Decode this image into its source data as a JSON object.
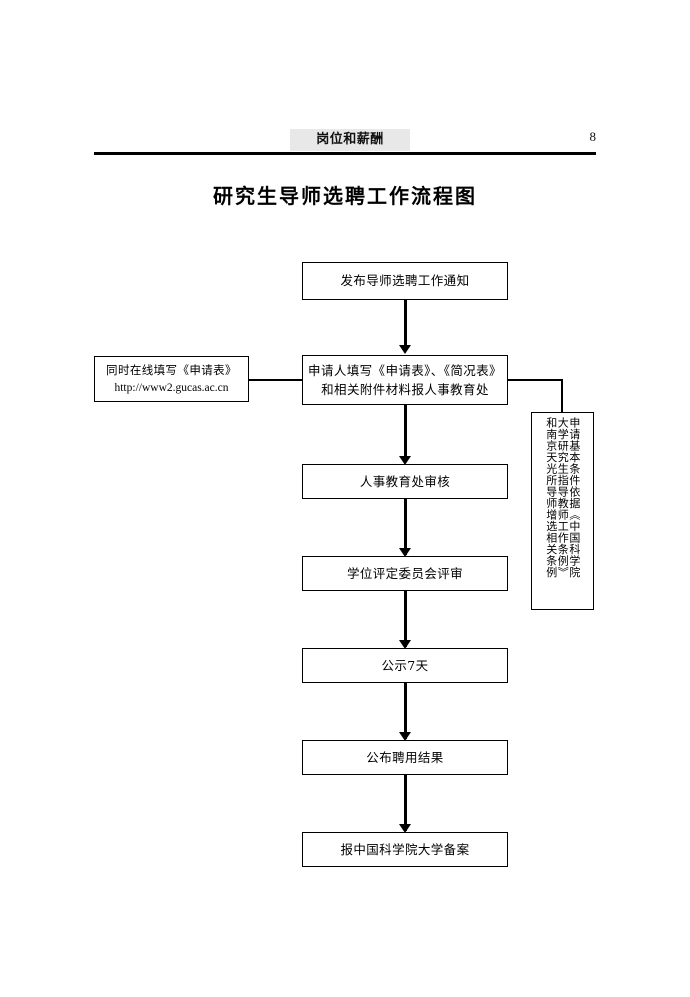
{
  "page": {
    "header_title": "岗位和薪酬",
    "page_number": "8",
    "doc_title": "研究生导师选聘工作流程图"
  },
  "flowchart": {
    "nodes": [
      {
        "id": "notice",
        "text": "发布导师选聘工作通知"
      },
      {
        "id": "apply",
        "line1": "申请人填写《申请表》、《简况表》",
        "line2": "和相关附件材料报人事教育处"
      },
      {
        "id": "online",
        "line1": "同时在线填写《申请表》",
        "line2": "http://www2.gucas.ac.cn"
      },
      {
        "id": "review",
        "text": "人事教育处审核"
      },
      {
        "id": "committee",
        "text": "学位评定委员会评审"
      },
      {
        "id": "publicity",
        "text": "公示7天"
      },
      {
        "id": "result",
        "text": "公布聘用结果"
      },
      {
        "id": "record",
        "text": "报中国科学院大学备案"
      }
    ],
    "note_vertical": {
      "column1": "申请基本条件依据《中国科学院",
      "column2": "大学研究生指导教师工作条例》",
      "column3": "和南京天光所导师增选相关条例"
    }
  }
}
